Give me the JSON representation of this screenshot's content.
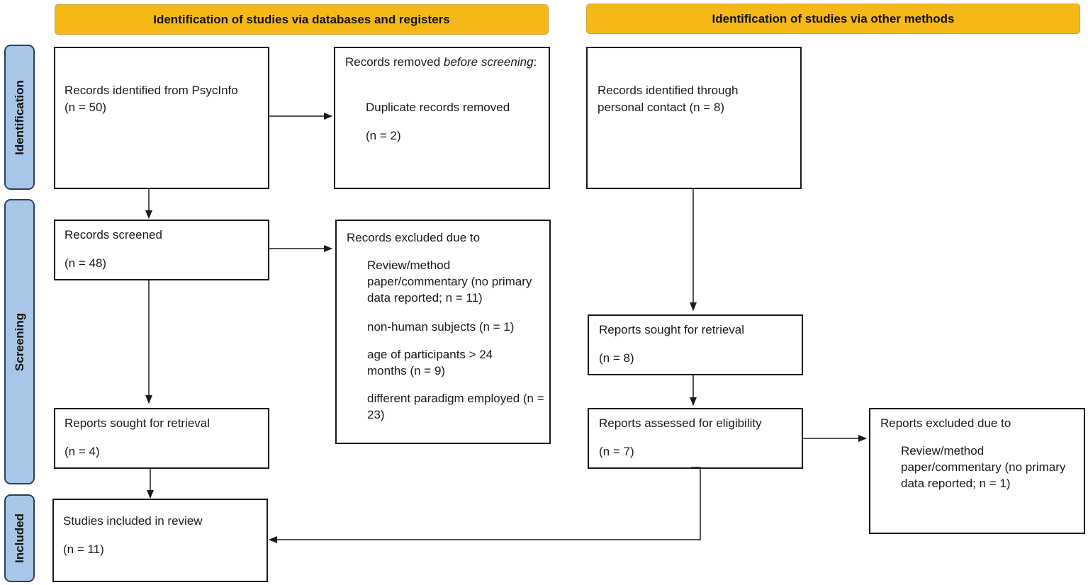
{
  "headers": {
    "databases": "Identification of studies via databases and registers",
    "other": "Identification of studies via other methods"
  },
  "phases": {
    "identification": "Identification",
    "screening": "Screening",
    "included": "Included"
  },
  "boxes": {
    "identified_psycinfo": {
      "label": "Records identified from PsycInfo",
      "count": "(n = 50)"
    },
    "removed_before_screening": {
      "label_prefix": "Records removed ",
      "label_emphasis": "before screening",
      "label_suffix": ":",
      "item": "Duplicate records removed",
      "count": "(n = 2)"
    },
    "identified_personal": {
      "line1": "Records identified through",
      "line2": "personal contact (n = 8)"
    },
    "screened": {
      "label": "Records screened",
      "count": "(n = 48)"
    },
    "excluded": {
      "label": "Records excluded due to",
      "reasons": [
        "Review/method paper/commentary (no primary data reported; n = 11)",
        "non-human subjects (n = 1)",
        "age of participants > 24 months (n = 9)",
        "different paradigm employed (n = 23)"
      ]
    },
    "sought_db": {
      "label": "Reports sought for retrieval",
      "count": "(n = 4)"
    },
    "sought_other": {
      "label": "Reports sought for retrieval",
      "count": "(n = 8)"
    },
    "assessed_other": {
      "label": "Reports assessed for eligibility",
      "count": "(n = 7)"
    },
    "reports_excluded": {
      "label": "Reports excluded due to",
      "reason": "Review/method paper/commentary (no primary data reported; n = 1)"
    },
    "included": {
      "label": "Studies included in review",
      "count": "(n = 11)"
    }
  }
}
